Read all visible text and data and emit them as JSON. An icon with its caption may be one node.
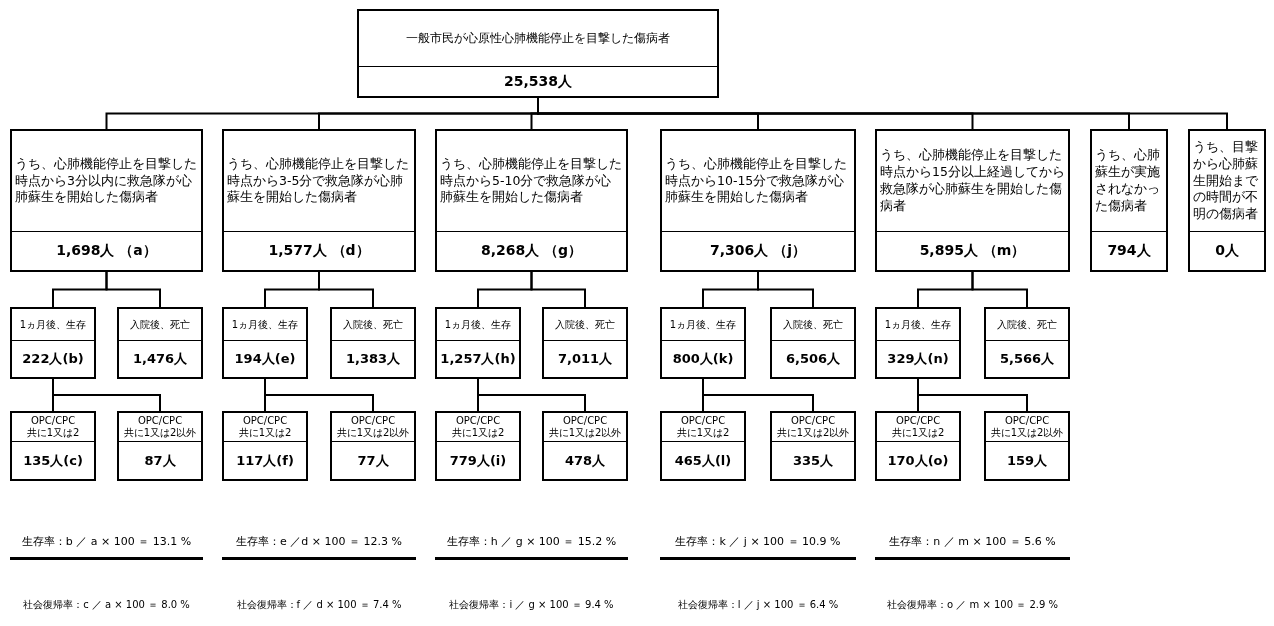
{
  "diagram": {
    "nodes": [
      {
        "text": [
          "一般市民が心原性心肺機能停止を目撃した傷病者",
          "25,538人"
        ]
      },
      {
        "text": [
          "うち、心肺機能停止を目撃した時点から3分以内に救急隊が心肺蘇生を開始した傷病者",
          "1,698人 （a）"
        ]
      },
      {
        "text": [
          "うち、心肺機能停止を目撃した時点から3-5分で救急隊が心肺蘇生を開始した傷病者",
          "1,577人 （d）"
        ]
      },
      {
        "text": [
          "うち、心肺機能停止を目撃した時点から5-10分で救急隊が心肺蘇生を開始した傷病者",
          "8,268人 （g）"
        ]
      },
      {
        "text": [
          "うち、心肺機能停止を目撃した時点から10-15分で救急隊が心肺蘇生を開始した傷病者",
          "7,306人 （j）"
        ]
      },
      {
        "text": [
          "うち、心肺機能停止を目撃した時点から15分以上経過してから救急隊が心肺蘇生を開始した傷病者",
          "5,895人 （m）"
        ]
      },
      {
        "text": [
          "うち、心肺蘇生が実施されなかった傷病者",
          "794人"
        ]
      },
      {
        "text": [
          "うち、目撃から心肺蘇生開始までの時間が不明の傷病者",
          "0人"
        ]
      },
      {
        "text": [
          "1ヵ月後、生存",
          "222人(b)"
        ]
      },
      {
        "text": [
          "入院後、死亡",
          "1,476人"
        ]
      },
      {
        "text": [
          "OPC/CPC 共に1又は2",
          "135人(c)"
        ]
      },
      {
        "text": [
          "OPC/CPC 共に1又は2以外",
          "87人"
        ]
      },
      {
        "text": [
          "1ヵ月後、生存",
          "194人(e)"
        ]
      },
      {
        "text": [
          "入院後、死亡",
          "1,383人"
        ]
      },
      {
        "text": [
          "OPC/CPC 共に1又は2",
          "117人(f)"
        ]
      },
      {
        "text": [
          "OPC/CPC 共に1又は2以外",
          "77人"
        ]
      },
      {
        "text": [
          "1ヵ月後、生存",
          "1,257人(h)"
        ]
      },
      {
        "text": [
          "入院後、死亡",
          "7,011人"
        ]
      },
      {
        "text": [
          "OPC/CPC 共に1又は2",
          "779人(i)"
        ]
      },
      {
        "text": [
          "OPC/CPC 共に1又は2以外",
          "478人"
        ]
      },
      {
        "text": [
          "1ヵ月後、生存",
          "800人(k)"
        ]
      },
      {
        "text": [
          "入院後、死亡",
          "6,506人"
        ]
      },
      {
        "text": [
          "OPC/CPC 共に1又は2",
          "465人(l)"
        ]
      },
      {
        "text": [
          "OPC/CPC 共に1又は2以外",
          "335人"
        ]
      },
      {
        "text": [
          "1ヵ月後、生存",
          "329人(n)"
        ]
      },
      {
        "text": [
          "入院後、死亡",
          "5,566人"
        ]
      },
      {
        "text": [
          "OPC/CPC 共に1又は2",
          "170人(o)"
        ]
      },
      {
        "text": [
          "OPC/CPC 共に1又は2以外",
          "159人"
        ]
      }
    ],
    "edges": [
      {
        "from": 0,
        "to": 1,
        "arrow": "none"
      },
      {
        "from": 0,
        "to": 2,
        "arrow": "none"
      },
      {
        "from": 0,
        "to": 3,
        "arrow": "none"
      },
      {
        "from": 0,
        "to": 4,
        "arrow": "none"
      },
      {
        "from": 0,
        "to": 5,
        "arrow": "none"
      },
      {
        "from": 0,
        "to": 6,
        "arrow": "none"
      },
      {
        "from": 0,
        "to": 7,
        "arrow": "none"
      },
      {
        "from": 1,
        "to": 8,
        "arrow": "none"
      },
      {
        "from": 1,
        "to": 9,
        "arrow": "none"
      },
      {
        "from": 8,
        "to": 10,
        "arrow": "none"
      },
      {
        "from": 8,
        "to": 11,
        "arrow": "none"
      },
      {
        "from": 2,
        "to": 12,
        "arrow": "none"
      },
      {
        "from": 2,
        "to": 13,
        "arrow": "none"
      },
      {
        "from": 12,
        "to": 14,
        "arrow": "none"
      },
      {
        "from": 12,
        "to": 15,
        "arrow": "none"
      },
      {
        "from": 3,
        "to": 16,
        "arrow": "none"
      },
      {
        "from": 3,
        "to": 17,
        "arrow": "none"
      },
      {
        "from": 16,
        "to": 18,
        "arrow": "none"
      },
      {
        "from": 16,
        "to": 19,
        "arrow": "none"
      },
      {
        "from": 4,
        "to": 20,
        "arrow": "none"
      },
      {
        "from": 4,
        "to": 21,
        "arrow": "none"
      },
      {
        "from": 20,
        "to": 22,
        "arrow": "none"
      },
      {
        "from": 20,
        "to": 23,
        "arrow": "none"
      },
      {
        "from": 5,
        "to": 24,
        "arrow": "none"
      },
      {
        "from": 5,
        "to": 25,
        "arrow": "none"
      },
      {
        "from": 24,
        "to": 26,
        "arrow": "none"
      },
      {
        "from": 24,
        "to": 27,
        "arrow": "none"
      }
    ],
    "labels": [
      "生存率：b ／ a × 100 ＝ 13.1 %",
      "生存率：e ／d × 100 ＝ 12.3 %",
      "生存率：h ／ g × 100 ＝ 15.2 %",
      "生存率：k ／ j × 100 ＝ 10.9 %",
      "生存率：n ／ m × 100 ＝ 5.6 %",
      "社会復帰率：c ／ a × 100 ＝ 8.0 %",
      "社会復帰率：f ／ d × 100 ＝ 7.4 %",
      "社会復帰率：i ／ g × 100 ＝ 9.4 %",
      "社会復帰率：l ／ j × 100 ＝ 6.4 %",
      "社会復帰率：o ／ m × 100 ＝ 2.9 %"
    ]
  }
}
